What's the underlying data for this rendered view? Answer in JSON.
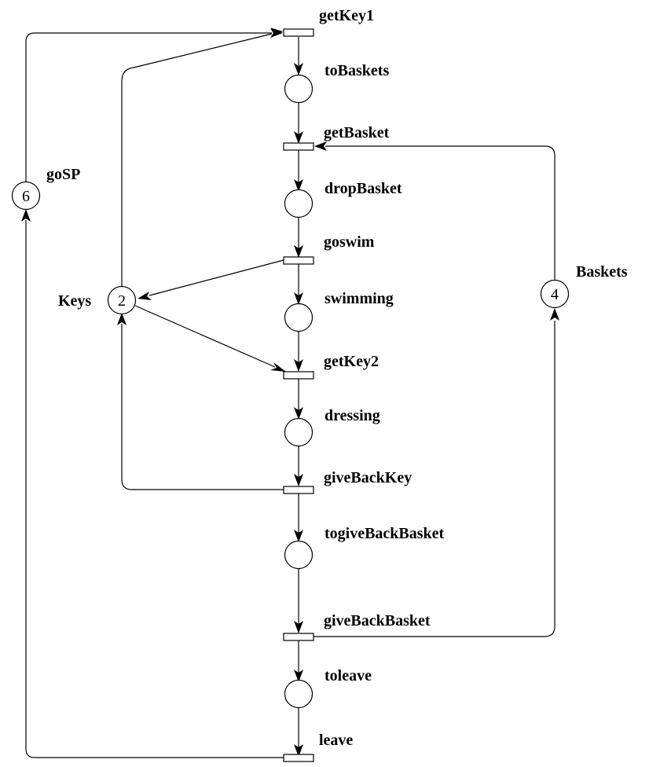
{
  "colors": {
    "line": "#000000",
    "background": "#ffffff"
  },
  "transitions": {
    "getKey1": "getKey1",
    "getBasket": "getBasket",
    "goswim": "goswim",
    "getKey2": "getKey2",
    "giveBackKey": "giveBackKey",
    "giveBackBasket": "giveBackBasket",
    "leave": "leave"
  },
  "places": {
    "toBaskets": "toBaskets",
    "dropBasket": "dropBasket",
    "swimming": "swimming",
    "dressing": "dressing",
    "togiveBackBasket": "togiveBackBasket",
    "toleave": "toleave",
    "goSP": "goSP",
    "keys": "Keys",
    "baskets": "Baskets"
  },
  "tokens": {
    "goSP": "6",
    "keys": "2",
    "baskets": "4"
  }
}
